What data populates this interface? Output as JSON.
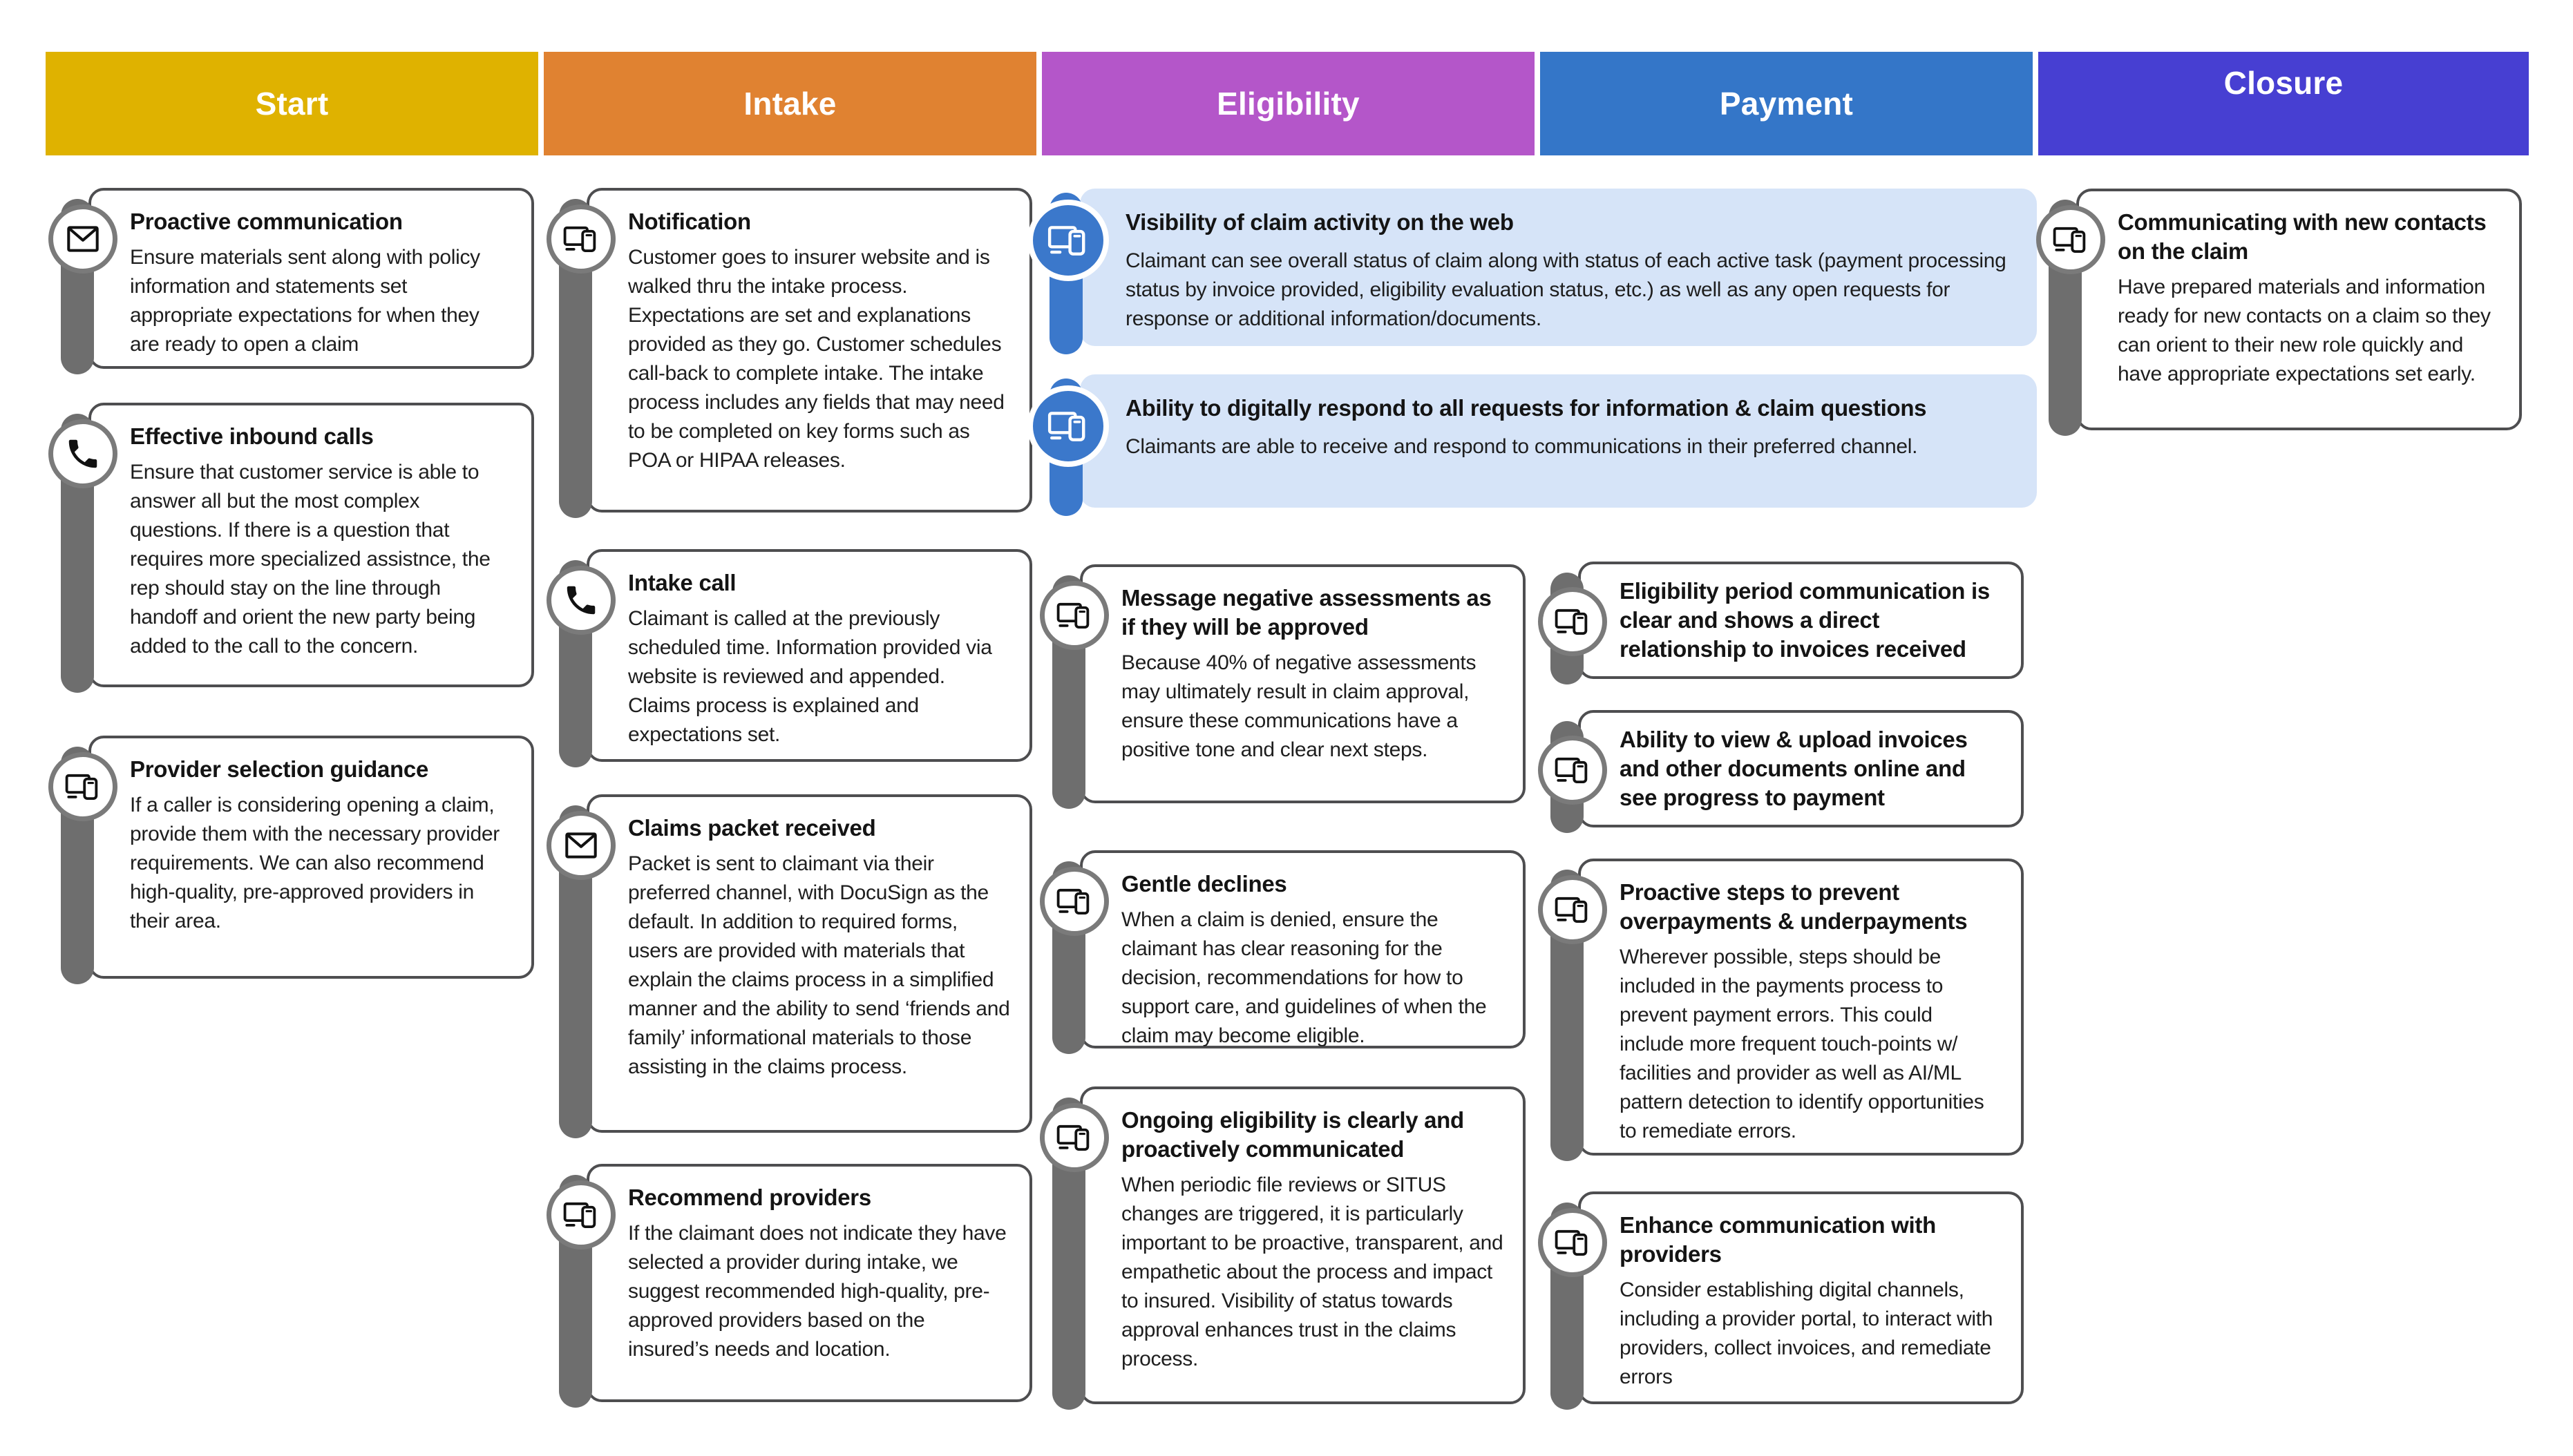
{
  "title": "Claims customer journey map",
  "colors": {
    "start_header": "#dfb200",
    "intake_header": "#e08231",
    "eligibility_header": "#b456c9",
    "payment_header": "#3476c8",
    "closure_header": "#473fd2",
    "highlight_card_bg": "#d6e4f8",
    "highlight_accent": "#3b78cb",
    "card_shadow": "#6e6e6e",
    "card_border": "#4e4e50"
  },
  "columns": [
    {
      "label": "Start",
      "cards": [
        {
          "icon": "envelope-icon",
          "title": "Proactive communication",
          "body": "Ensure materials sent along with policy information and statements set appropriate expectations for when they are ready to open a claim"
        },
        {
          "icon": "phone-icon",
          "title": "Effective inbound calls",
          "body": "Ensure that customer service is able to answer all but the most complex questions. If there is a question that requires more specialized assistnce, the rep should stay on the line through handoff and orient the new party being added to the call to the concern."
        },
        {
          "icon": "devices-icon",
          "title": "Provider selection guidance",
          "body": "If a caller is considering opening a claim, provide them with the necessary provider requirements. We can also recommend high-quality, pre-approved providers in their area."
        }
      ]
    },
    {
      "label": "Intake",
      "cards": [
        {
          "icon": "devices-icon",
          "title": "Notification",
          "body": "Customer goes to insurer website and is walked thru the intake process. Expectations are set and explanations provided as they go. Customer schedules call-back to complete intake. The intake process includes any fields that may need to be completed on key forms such as POA or HIPAA releases."
        },
        {
          "icon": "phone-icon",
          "title": "Intake call",
          "body": "Claimant is called at the previously scheduled time. Information provided via website is reviewed and appended. Claims process is explained and expectations set."
        },
        {
          "icon": "envelope-icon",
          "title": "Claims packet received",
          "body": "Packet is sent to claimant via their preferred channel, with DocuSign as the default. In addition to required forms, users are provided with materials that explain the claims process in a simplified manner and the ability to send ‘friends and family’ informational materials to those assisting in the claims process."
        },
        {
          "icon": "devices-icon",
          "title": "Recommend providers",
          "body": "If the claimant does not indicate they have selected a provider during intake, we suggest recommended high-quality, pre-approved providers based on the insured’s needs and location."
        }
      ]
    },
    {
      "label": "Eligibility",
      "cards": [
        {
          "icon": "devices-icon",
          "title": "Message negative assessments as if they will be approved",
          "body": "Because 40% of negative assessments may ultimately result in claim approval, ensure these communications have a positive tone and clear next steps."
        },
        {
          "icon": "devices-icon",
          "title": "Gentle declines",
          "body": "When a claim is denied, ensure the claimant has clear reasoning for the decision, recommendations for how to support care, and guidelines of when the claim may become eligible."
        },
        {
          "icon": "devices-icon",
          "title": "Ongoing eligibility is clearly and proactively communicated",
          "body": "When periodic file reviews or SITUS changes are triggered, it is particularly important to be proactive, transparent, and empathetic about the process and impact to insured. Visibility of status towards approval enhances trust in the claims process."
        }
      ]
    },
    {
      "label": "Payment",
      "cards": [
        {
          "icon": "devices-icon",
          "title": "Eligibility period communication is clear and shows a direct relationship to invoices received",
          "body": ""
        },
        {
          "icon": "devices-icon",
          "title": "Ability to view & upload invoices and other documents online and see progress to payment",
          "body": ""
        },
        {
          "icon": "devices-icon",
          "title": "Proactive steps to prevent overpayments & underpayments",
          "body": "Wherever possible, steps should be included in the payments process to prevent payment errors. This could include more frequent touch-points w/ facilities and provider as well as AI/ML pattern detection to identify opportunities to remediate errors."
        },
        {
          "icon": "devices-icon",
          "title": "Enhance communication with providers",
          "body": "Consider establishing digital channels, including a provider portal, to interact with providers, collect invoices, and remediate errors"
        }
      ]
    },
    {
      "label": "Closure",
      "cards": [
        {
          "icon": "devices-icon",
          "title": "Communicating with new contacts on the claim",
          "body": "Have prepared materials and information ready for new contacts on a claim so they can orient to their new role quickly and have appropriate expectations set early."
        }
      ]
    }
  ],
  "highlight_cards": [
    {
      "icon": "devices-icon",
      "title": "Visibility of claim activity on the web",
      "body": "Claimant can see overall status of claim along with status of each active task (payment processing status by invoice provided, eligibility evaluation status, etc.) as well as any open requests for response or additional information/documents."
    },
    {
      "icon": "devices-icon",
      "title": "Ability to digitally respond to all requests for information & claim questions",
      "body": "Claimants are able to receive and respond to communications in their preferred channel."
    }
  ]
}
